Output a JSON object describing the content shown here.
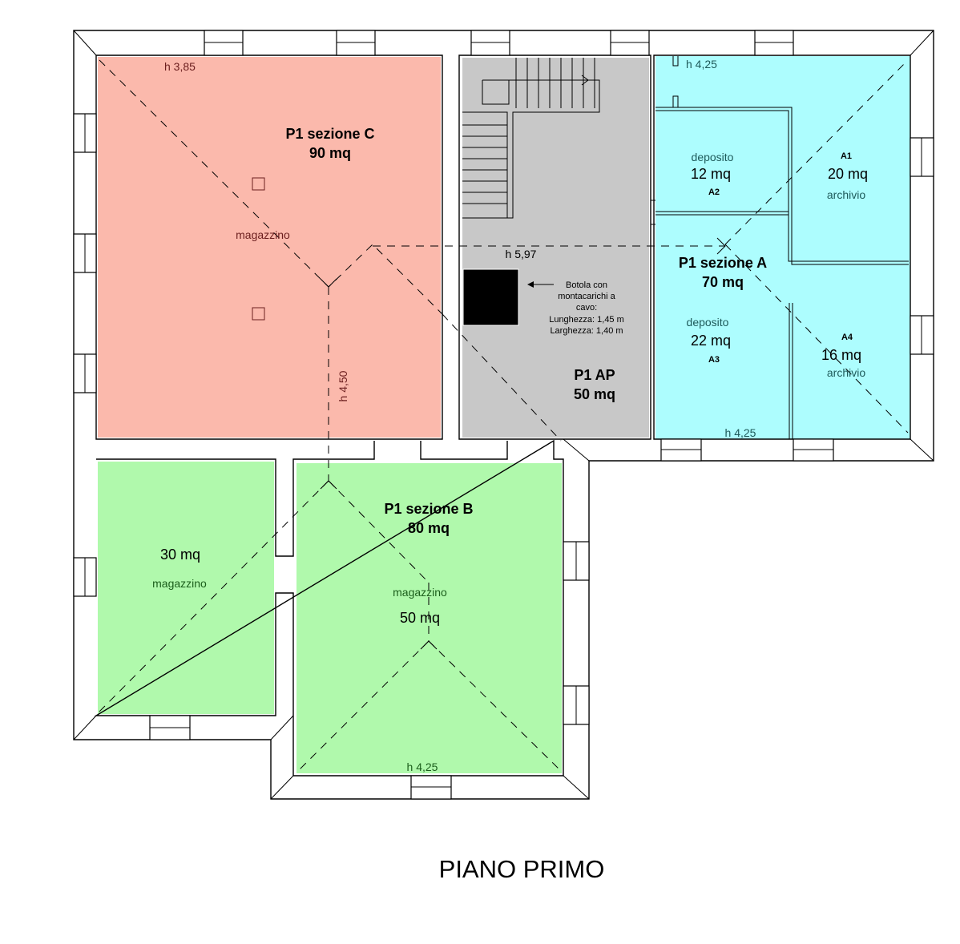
{
  "plan_title": "PIANO PRIMO",
  "colors": {
    "section_c": "#fbb9ac",
    "section_b": "#b0f9ac",
    "section_a": "#adfdfe",
    "section_ap": "#c8c8c8",
    "hatch": "#000000",
    "text_green": "#1b5e1b",
    "text_red": "#6b1e1e",
    "text_teal": "#1e5a5a"
  },
  "sections": {
    "c": {
      "name": "P1 sezione C",
      "area": "90 mq",
      "use": "magazzino",
      "height_top": "h 3,85",
      "height_mid": "h 4,50"
    },
    "ap": {
      "name": "P1 AP",
      "area": "50 mq",
      "height": "h 5,97"
    },
    "a": {
      "name": "P1 sezione A",
      "area": "70 mq",
      "height_top": "h 4,25",
      "height_bottom": "h 4,25",
      "rooms": {
        "a1": {
          "code": "A1",
          "area": "20 mq",
          "use": "archivio"
        },
        "a2": {
          "code": "A2",
          "area": "12 mq",
          "use": "deposito"
        },
        "a3": {
          "code": "A3",
          "area": "22 mq",
          "use": "deposito"
        },
        "a4": {
          "code": "A4",
          "area": "16 mq",
          "use": "archivio"
        }
      }
    },
    "b": {
      "name": "P1 sezione B",
      "area": "80 mq",
      "use": "magazzino",
      "area_inner": "50 mq",
      "height": "h 4,25"
    },
    "b_small": {
      "area": "30 mq",
      "use": "magazzino"
    }
  },
  "hoist_note": [
    "Botola con",
    "montacarichi a",
    "cavo:",
    "Lunghezza: 1,45 m",
    "Larghezza: 1,40 m"
  ]
}
